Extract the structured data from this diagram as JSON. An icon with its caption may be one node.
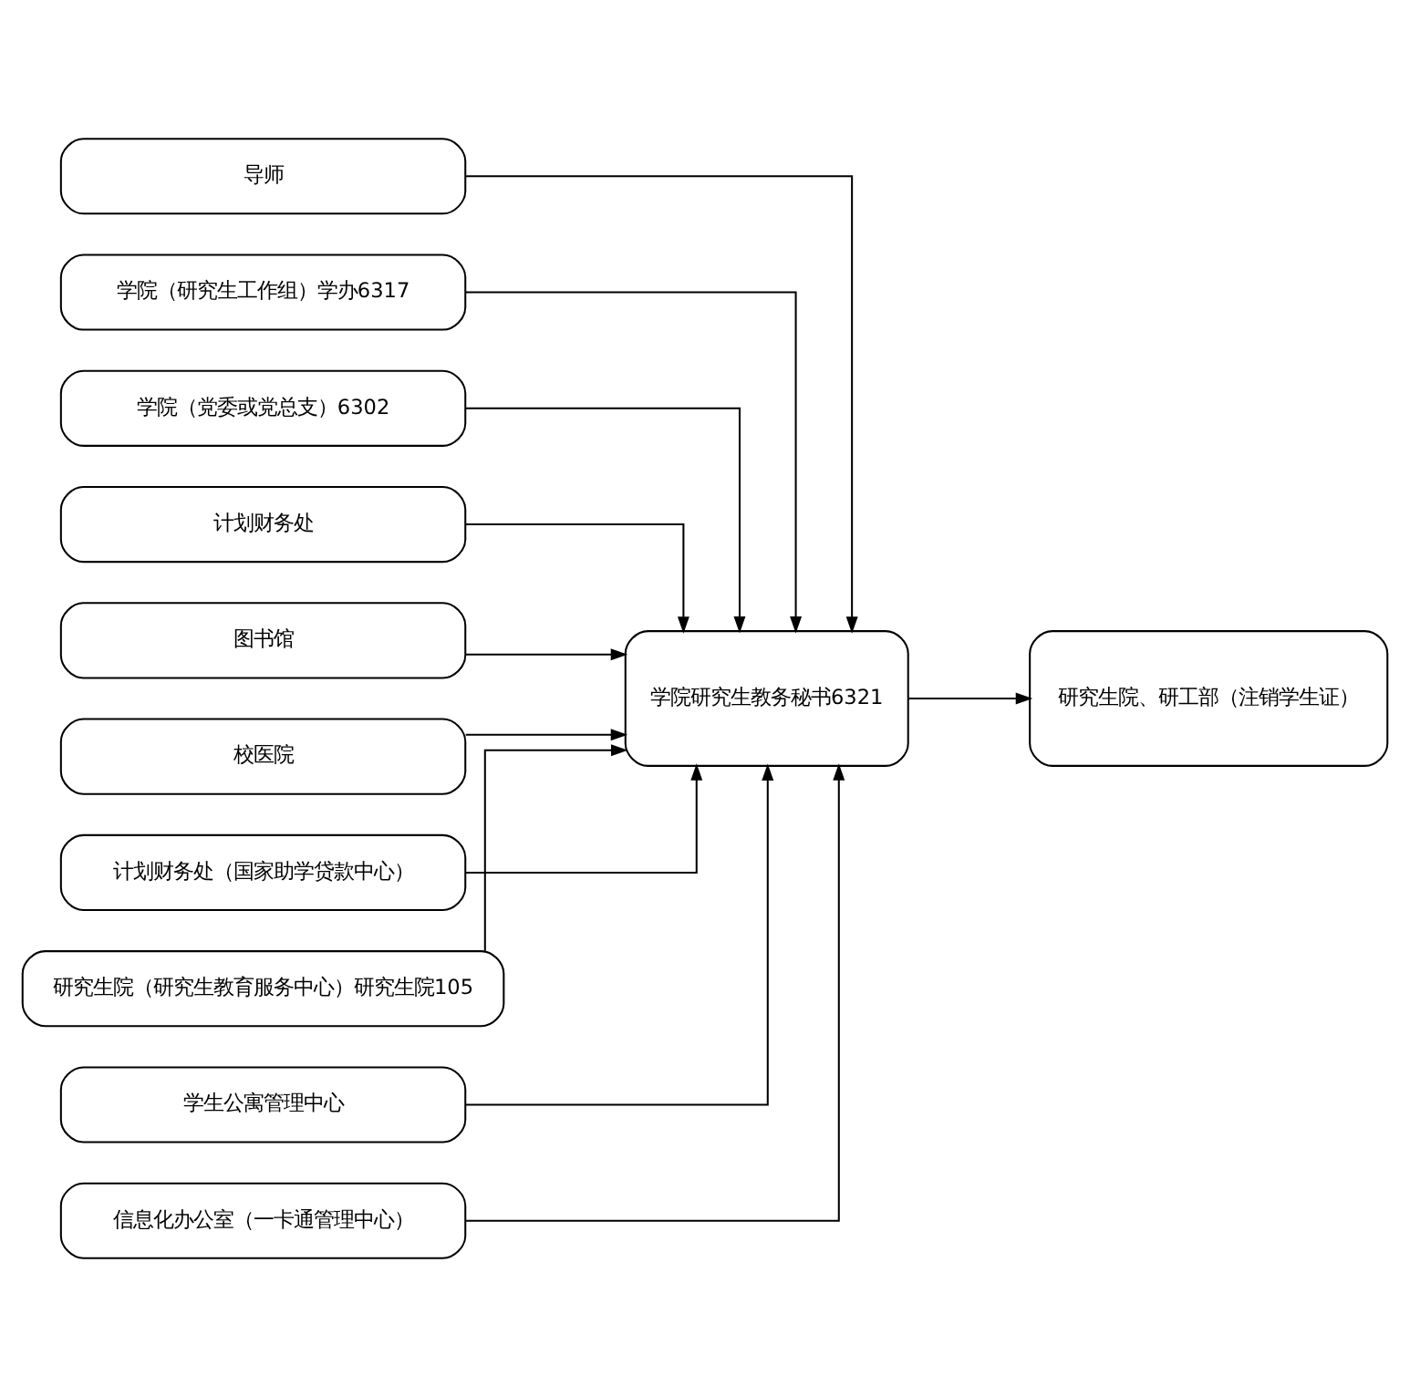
{
  "diagram": {
    "nodes": [
      {
        "text": [
          "导师"
        ]
      },
      {
        "text": [
          "学院（研究生工作组）学办6317"
        ]
      },
      {
        "text": [
          "学院（党委或党总支）6302"
        ]
      },
      {
        "text": [
          "计划财务处"
        ]
      },
      {
        "text": [
          "图书馆"
        ]
      },
      {
        "text": [
          "校医院"
        ]
      },
      {
        "text": [
          "计划财务处（国家助学贷款中心）"
        ]
      },
      {
        "text": [
          "研究生院（研究生教育服务中心）研究生院105"
        ]
      },
      {
        "text": [
          "学生公寓管理中心"
        ]
      },
      {
        "text": [
          "信息化办公室（一卡通管理中心）"
        ]
      },
      {
        "text": [
          "学院研究生教务秘书6321"
        ]
      },
      {
        "text": [
          "研究生院、研工部（注销学生证）"
        ]
      }
    ],
    "edges": [
      {
        "from": 0,
        "to": 10,
        "arrow": "to"
      },
      {
        "from": 1,
        "to": 10,
        "arrow": "to"
      },
      {
        "from": 2,
        "to": 10,
        "arrow": "to"
      },
      {
        "from": 3,
        "to": 10,
        "arrow": "to"
      },
      {
        "from": 4,
        "to": 10,
        "arrow": "to"
      },
      {
        "from": 5,
        "to": 10,
        "arrow": "to"
      },
      {
        "from": 6,
        "to": 10,
        "arrow": "to"
      },
      {
        "from": 7,
        "to": 10,
        "arrow": "to"
      },
      {
        "from": 8,
        "to": 10,
        "arrow": "to"
      },
      {
        "from": 9,
        "to": 10,
        "arrow": "to"
      },
      {
        "from": 10,
        "to": 11,
        "arrow": "to"
      }
    ]
  }
}
